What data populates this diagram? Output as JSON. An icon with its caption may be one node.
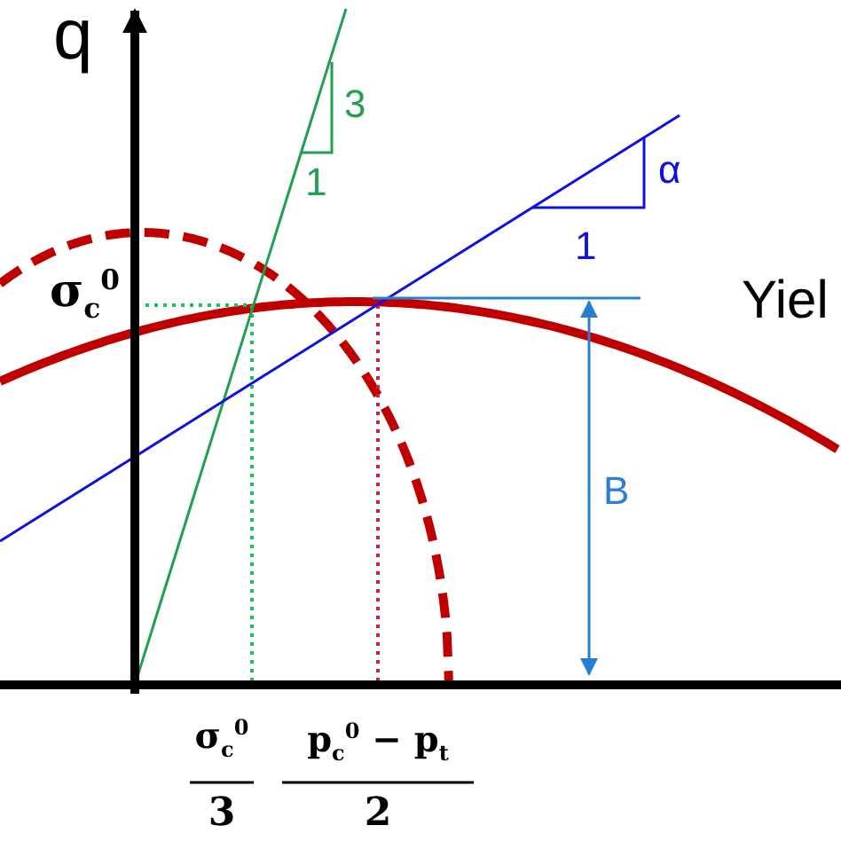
{
  "diagram": {
    "labels": [
      "q",
      "3",
      "1",
      "α",
      "1",
      "σ$_{c}$$^{0}$",
      "Yiel",
      "B",
      "σ$_{c}$$^{0}$",
      "3",
      "p$_{c}$$^{0}$ − p$_{t}$",
      "2"
    ]
  }
}
